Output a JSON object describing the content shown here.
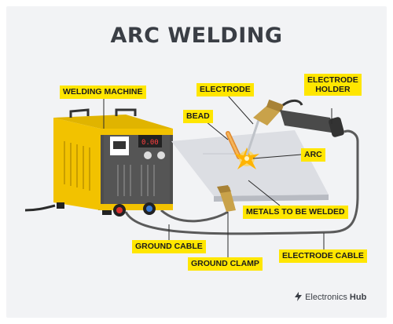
{
  "title": "ARC WELDING",
  "labels": {
    "welding_machine": "WELDING MACHINE",
    "electrode": "ELECTRODE",
    "electrode_holder_line1": "ELECTRODE",
    "electrode_holder_line2": "HOLDER",
    "bead": "BEAD",
    "arc": "ARC",
    "metals": "METALS TO BE WELDED",
    "ground_cable": "GROUND CABLE",
    "ground_clamp": "GROUND CLAMP",
    "electrode_cable": "ELECTRODE CABLE"
  },
  "brand": {
    "part1": "Electronics",
    "part2": "Hub"
  },
  "colors": {
    "label_bg": "#ffe600",
    "machine_yellow": "#f2c200",
    "machine_dark": "#4a4a4a",
    "plate": "#dcdee3",
    "spark": "#ffb400",
    "cable": "#5a5a5a"
  },
  "icons": [
    "brand-logo-icon"
  ]
}
